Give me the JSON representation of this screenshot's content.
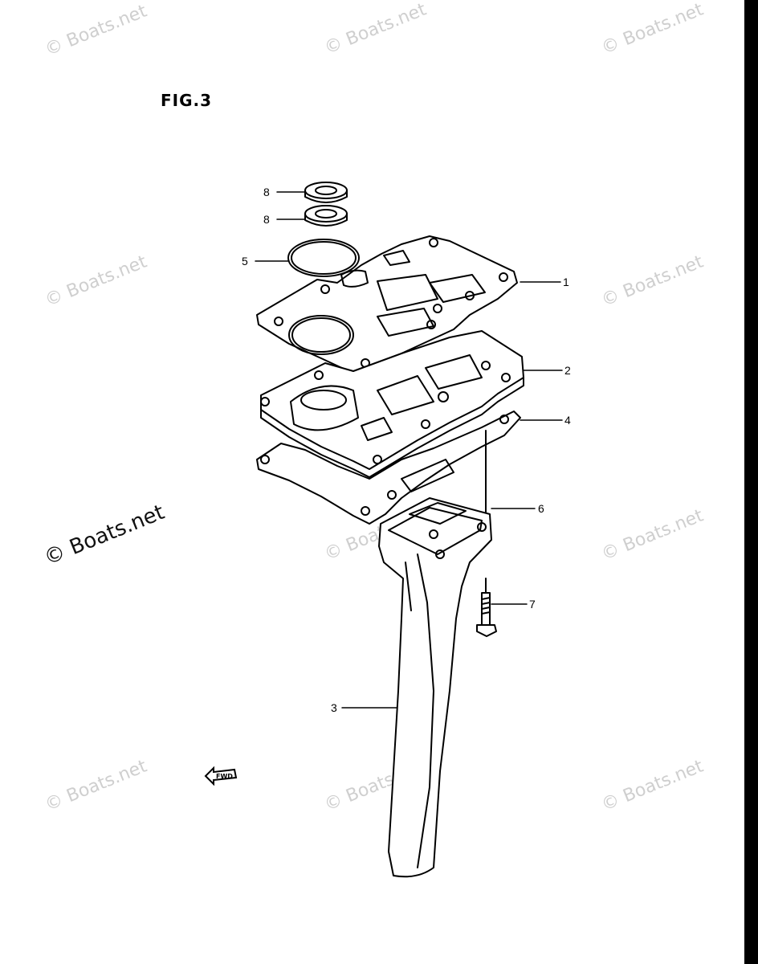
{
  "figure": {
    "title": "FIG.3"
  },
  "watermark": {
    "text": "© Boats.net"
  },
  "callouts": [
    "8",
    "8",
    "5",
    "1",
    "2",
    "4",
    "6",
    "7",
    "3"
  ],
  "fwd_label": "FWD",
  "colors": {
    "line": "#000000",
    "watermark": "#cfcfcf",
    "background": "#ffffff"
  }
}
